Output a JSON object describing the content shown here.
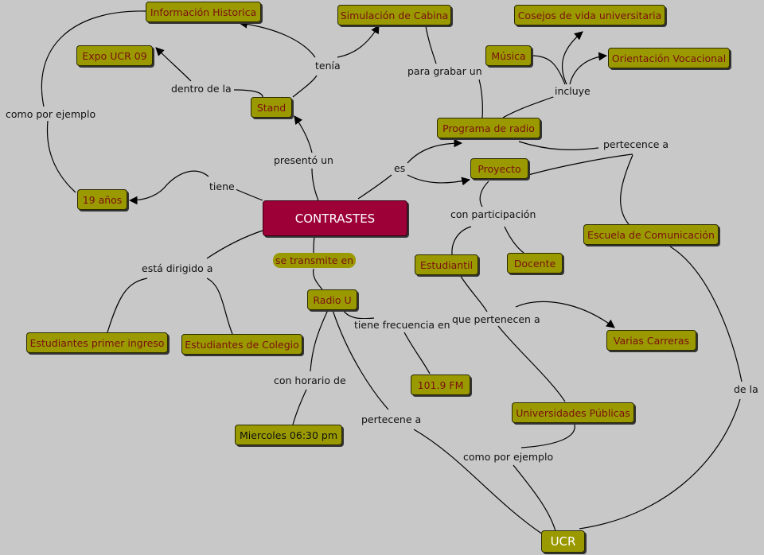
{
  "colors": {
    "background": "#c8c8c8",
    "node_fill": "#9a9a00",
    "node_text": "#7a1010",
    "main_fill": "#9c0037",
    "main_text": "#ffffff",
    "line": "#000000"
  },
  "nodes": {
    "contrastes": "CONTRASTES",
    "informacion_historica": "Información Historica",
    "simulacion_cabina": "Simulación de Cabina",
    "consejos_vida": "Cosejos de vida universitaria",
    "expo_ucr": "Expo UCR 09",
    "musica": "Música",
    "orientacion_vocacional": "Orientación Vocacional",
    "stand": "Stand",
    "programa_radio": "Programa de radio",
    "proyecto": "Proyecto",
    "diecinueve_anos": "19 años",
    "escuela_comunicacion": "Escuela de Comunicación",
    "se_transmite_en": "se transmite en",
    "estudiantil": "Estudiantil",
    "docente": "Docente",
    "radio_u": "Radio U",
    "varias_carreras": "Varias Carreras",
    "estudiantes_primer_ingreso": "Estudiantes primer ingreso",
    "estudiantes_colegio": "Estudiantes de Colegio",
    "fm": "101.9 FM",
    "universidades_publicas": "Universidades Públicas",
    "miercoles": "Miercoles 06:30 pm",
    "ucr": "UCR"
  },
  "links": {
    "tenia": "tenía",
    "para_grabar_un": "para grabar un",
    "dentro_de_la": "dentro de la",
    "incluye": "incluye",
    "como_por_ejemplo_1": "como por ejemplo",
    "pertecence_a": "pertecence a",
    "presento_un": "presentó un",
    "es": "es",
    "tiene": "tiene",
    "con_participacion": "con participación",
    "esta_dirigido_a": "está dirigido a",
    "que_pertenecen_a": "que pertenecen a",
    "tiene_frecuencia_en": "tiene frecuencia en",
    "con_horario_de": "con horario de",
    "de_la": "de la",
    "pertecene_a": "pertecene a",
    "como_por_ejemplo_2": "como por ejemplo"
  }
}
